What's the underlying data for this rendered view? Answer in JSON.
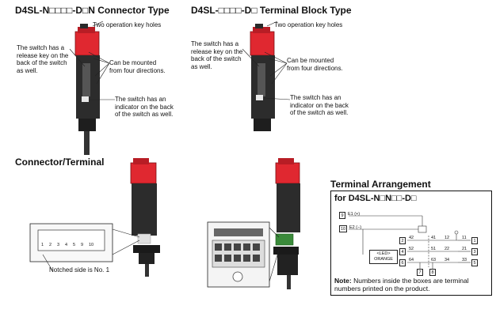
{
  "left_figure": {
    "title": "D4SL-N□□□□-D□N Connector Type",
    "callout_holes": "Two operation key holes",
    "callout_release": "The switch has a release key on the back of the switch as well.",
    "callout_mount": "Can be mounted from four directions.",
    "callout_indicator": "The switch has an indicator on the back of the switch as well."
  },
  "right_figure": {
    "title": "D4SL-□□□□-D□ Terminal Block Type",
    "callout_holes": "Two operation key holes",
    "callout_release": "The switch has a release key on the back of the switch as well.",
    "callout_mount": "Can be mounted from four directions.",
    "callout_indicator": "The switch has an indicator on the back of the switch as well."
  },
  "connector_section": {
    "title": "Connector/Terminal",
    "notched_label": "Notched side is No. 1",
    "pin_numbers": [
      "1",
      "2",
      "3",
      "4",
      "5",
      "9",
      "10"
    ]
  },
  "terminal_section": {
    "title": "Terminal Arrangement",
    "subtitle": "for D4SL-N□N□□-D□",
    "e1": "E1 (+)",
    "e2": "E2 (−)",
    "e1_box": "9",
    "e2_box": "10",
    "led_line1": "<LED>",
    "led_line2": "ORANGE",
    "left_boxes": [
      "2",
      "4",
      "6"
    ],
    "left_labels": [
      "42",
      "52",
      "64"
    ],
    "mid_labels_top": [
      "41",
      "12"
    ],
    "mid_labels_2": [
      "51",
      "22"
    ],
    "mid_labels_3": [
      "63",
      "34"
    ],
    "right_labels": [
      "11",
      "21",
      "33"
    ],
    "right_boxes": [
      "1",
      "3",
      "5"
    ],
    "bottom_boxes": [
      "7",
      "8"
    ],
    "note_label": "Note:",
    "note_text": "Numbers inside the boxes are terminal numbers printed on the product."
  }
}
